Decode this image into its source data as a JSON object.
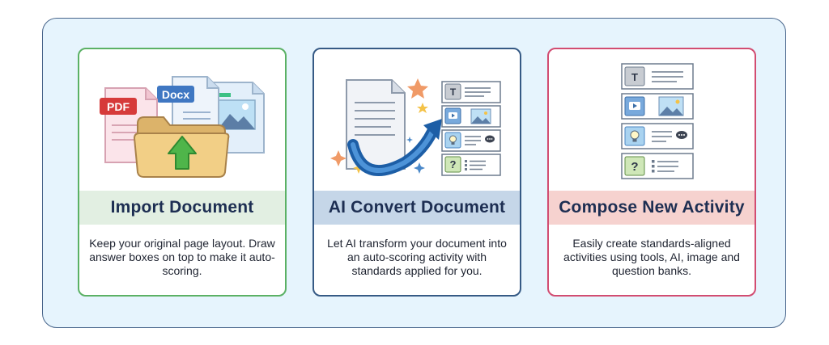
{
  "cards": [
    {
      "title": "Import Document",
      "description": "Keep your original page layout. Draw answer boxes on top to make it auto-scoring.",
      "badges": {
        "pdf": "PDF",
        "docx": "Docx"
      },
      "accent": "#5bb165"
    },
    {
      "title": "AI Convert Document",
      "description": "Let AI transform your document into an auto-scoring activity with standards applied for you.",
      "tiles": {
        "text": "T",
        "question": "?"
      },
      "accent": "#365a85"
    },
    {
      "title": "Compose New Activity",
      "description": "Easily create standards-aligned activities using tools, AI, image and question banks.",
      "tiles": {
        "text": "T",
        "question": "?"
      },
      "accent": "#d24c71"
    }
  ]
}
